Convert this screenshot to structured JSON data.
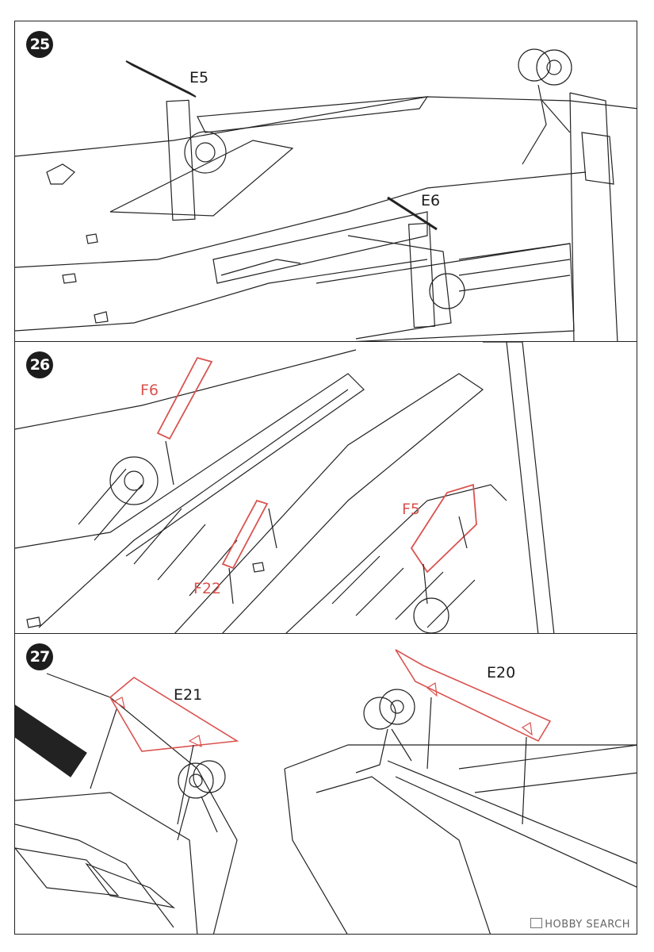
{
  "steps": [
    {
      "number": "25",
      "labels": [
        "E5",
        "E6"
      ]
    },
    {
      "number": "26",
      "labels": [
        "F6",
        "F22",
        "F5"
      ]
    },
    {
      "number": "27",
      "labels": [
        "E21",
        "E20"
      ]
    }
  ],
  "watermark": "HOBBY SEARCH",
  "colors": {
    "outline": "#222222",
    "new_part": "#d9534f",
    "background": "#ffffff"
  },
  "icons": [
    "step-badge",
    "landing-gear-wheel-icon",
    "gear-door-icon",
    "logo-box-icon"
  ]
}
